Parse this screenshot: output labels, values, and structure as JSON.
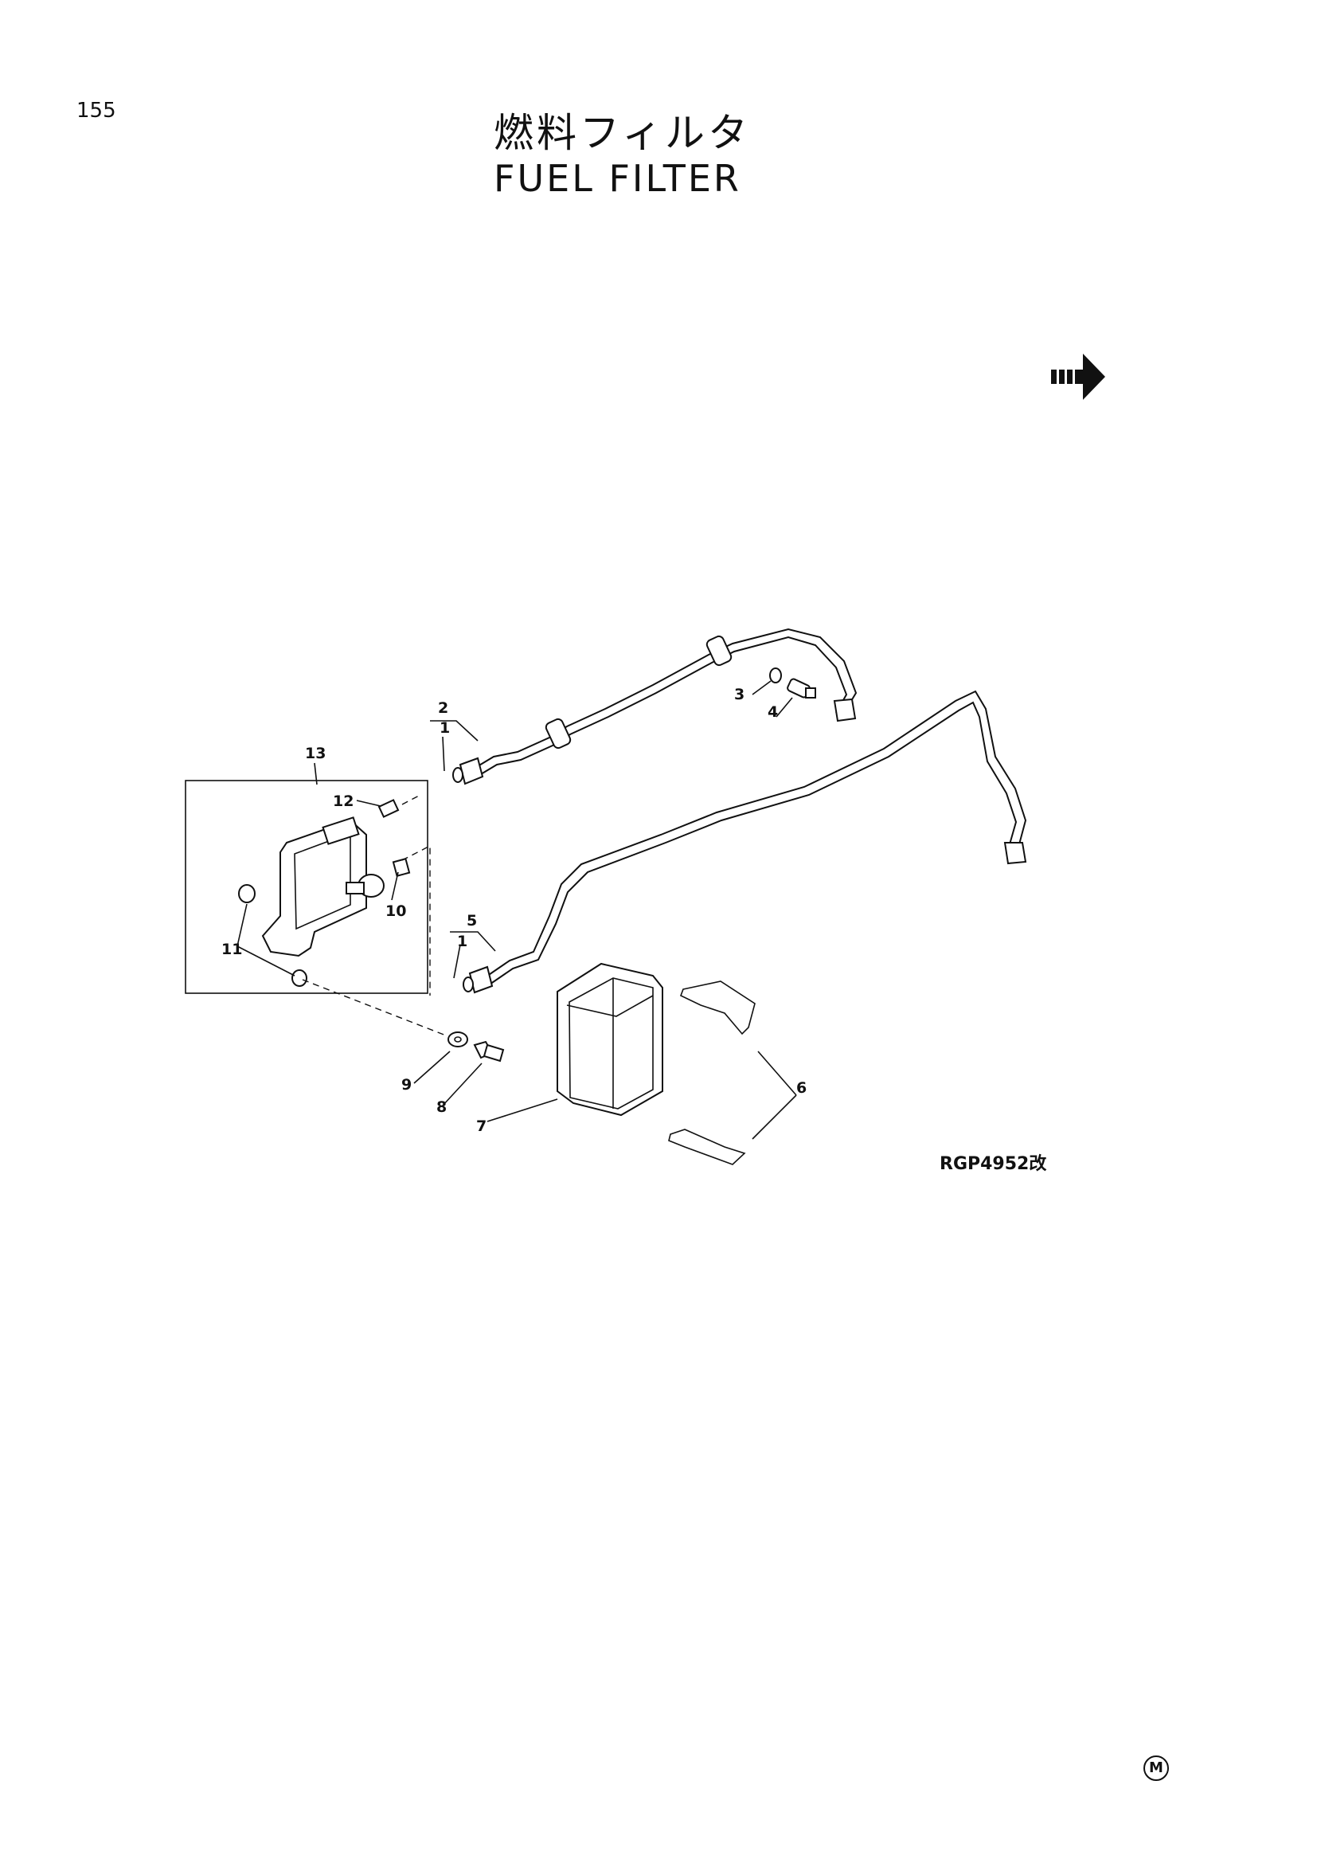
{
  "header": {
    "page_number": "155",
    "title_japanese": "燃料フィルタ",
    "title_english": "FUEL FILTER"
  },
  "diagram": {
    "drawing_code": "RGP4952改",
    "maker_mark": "M",
    "continue_arrow_icon": "continue-arrow-icon",
    "parts": [
      {
        "id": "1",
        "label": "1"
      },
      {
        "id": "1b",
        "label": "1"
      },
      {
        "id": "2",
        "label": "2"
      },
      {
        "id": "3",
        "label": "3"
      },
      {
        "id": "4",
        "label": "4"
      },
      {
        "id": "5",
        "label": "5"
      },
      {
        "id": "6",
        "label": "6"
      },
      {
        "id": "7",
        "label": "7"
      },
      {
        "id": "8",
        "label": "8"
      },
      {
        "id": "9",
        "label": "9"
      },
      {
        "id": "10",
        "label": "10"
      },
      {
        "id": "11",
        "label": "11"
      },
      {
        "id": "12",
        "label": "12"
      },
      {
        "id": "13",
        "label": "13"
      }
    ]
  }
}
